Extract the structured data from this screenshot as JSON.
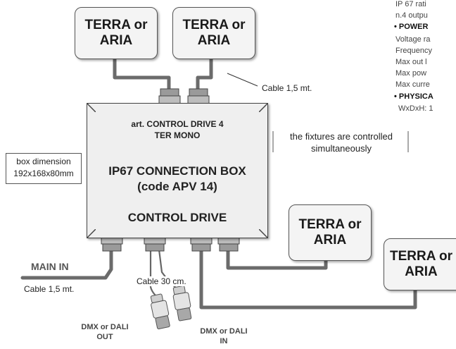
{
  "fixtures": {
    "top_left": "TERRA or\nARIA",
    "top_right": "TERRA or\nARIA",
    "mid_right": "TERRA or\nARIA",
    "far_right": "TERRA or\nARIA"
  },
  "main_box": {
    "article_line1": "art. CONTROL DRIVE 4",
    "article_line2": "TER MONO",
    "title_line1": "IP67 CONNECTION BOX",
    "title_line2": "(code APV 14)",
    "subtitle": "CONTROL DRIVE"
  },
  "labels": {
    "cable_top": "Cable 1,5 mt.",
    "box_dimension_line1": "box dimension",
    "box_dimension_line2": "192x168x80mm",
    "controlled_line1": "the fixtures are controlled",
    "controlled_line2": "simultaneously",
    "main_in": "MAIN IN",
    "cable_main": "Cable 1,5 mt.",
    "cable_30": "Cable 30 cm.",
    "dmx_out_line1": "DMX or DALI",
    "dmx_out_line2": "OUT",
    "dmx_in_line1": "DMX or DALI",
    "dmx_in_line2": "IN"
  },
  "specs": {
    "line1": "IP 67 rati",
    "line2": "n.4 outpu",
    "power_heading": "• POWER",
    "line3": "Voltage ra",
    "line4": "Frequency",
    "line5": "Max out l",
    "line6": "Max pow",
    "line7": "Max curre",
    "physical_heading": "• PHYSICA",
    "line8": "WxDxH: 1"
  },
  "colors": {
    "cable": "#6b6b6b",
    "box_fill": "#efefef",
    "fixture_fill": "#f4f4f4",
    "gland": "#9a9a9a"
  }
}
